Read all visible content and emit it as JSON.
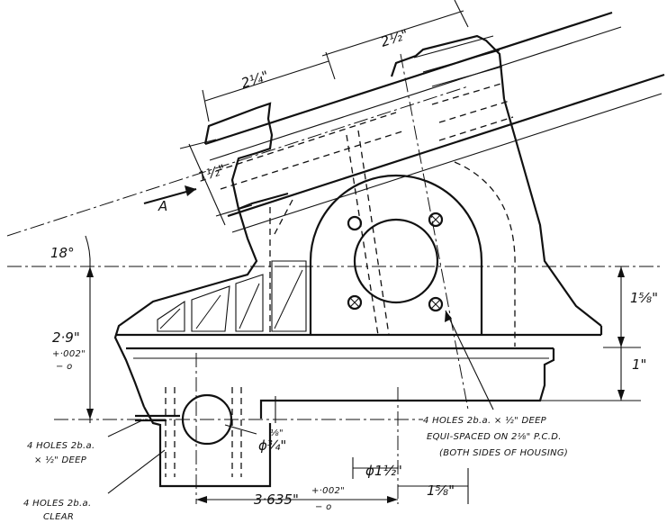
{
  "drawing": {
    "angle_label": "18°",
    "section_marker": "A",
    "dimensions": {
      "top_width": "2½\"",
      "upper_width": "2¼\"",
      "arm_height": "1½\"",
      "height_main": "2·9\"",
      "height_tol_plus": "+·002\"",
      "height_tol_minus": "− o",
      "right_height_upper": "1⅝\"",
      "right_height_lower": "1\"",
      "small_gap": "⅛\"",
      "bore_dia": "ϕ¾\"",
      "base_length": "3·635\"",
      "base_tol_plus": "+·002\"",
      "base_tol_minus": "− o",
      "pcd_dia": "ϕ1½\"",
      "right_offset": "1⅝\""
    },
    "notes": {
      "holes_tapped_line1": "4 HOLES 2b.a. × ½\" DEEP",
      "holes_tapped_line2": "EQUI-SPACED ON 2⅛\" P.C.D.",
      "holes_tapped_line3": "(BOTH SIDES OF HOUSING)",
      "holes_left_line1": "4 HOLES 2b.a.",
      "holes_left_line2": "× ½\" DEEP",
      "holes_clear_line1": "4 HOLES 2b.a.",
      "holes_clear_line2": "CLEAR"
    }
  }
}
